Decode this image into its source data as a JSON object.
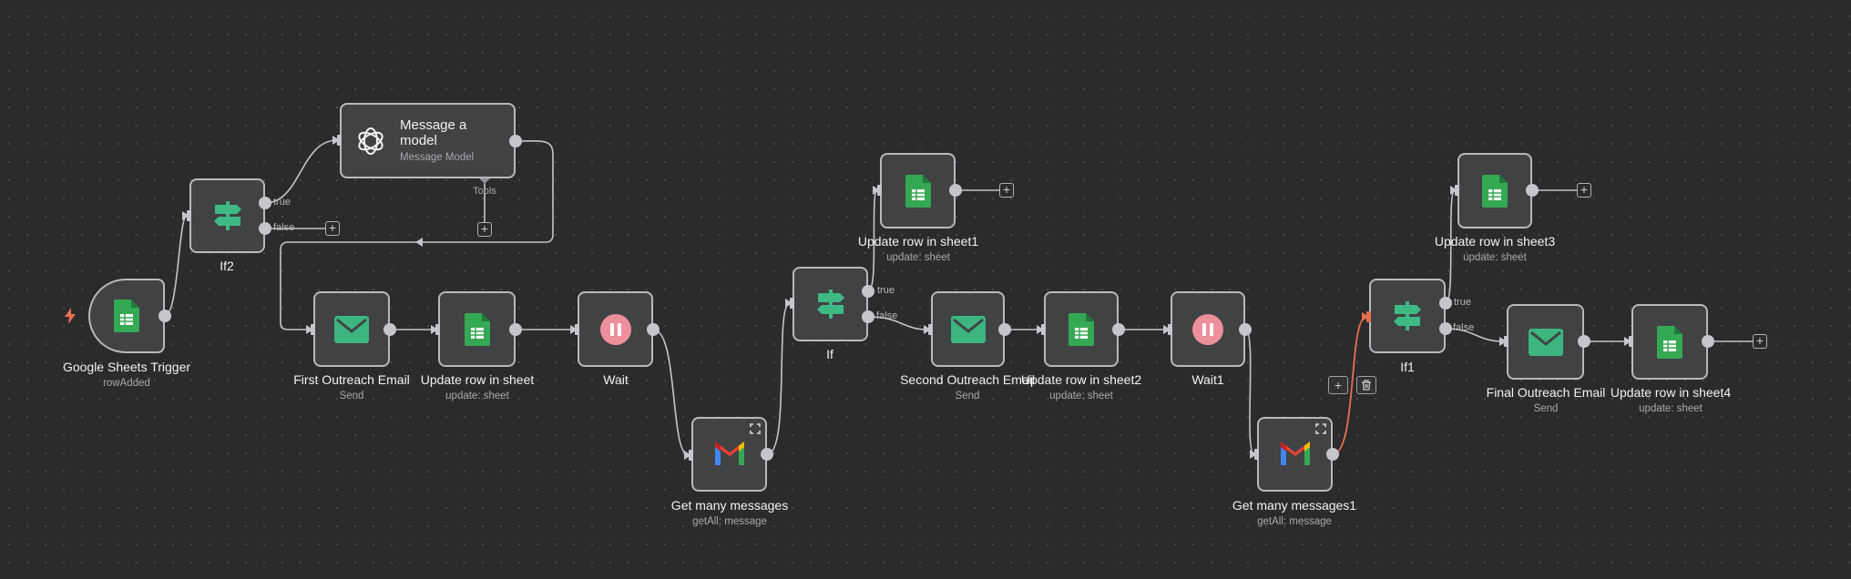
{
  "nodes": {
    "sheets_trigger": {
      "label": "Google Sheets Trigger",
      "sub": "rowAdded",
      "icon": "google-sheets-icon"
    },
    "if2": {
      "label": "If2",
      "true_label": "true",
      "false_label": "false",
      "icon": "if-signpost-icon"
    },
    "message_model": {
      "title": "Message a model",
      "sub": "Message Model",
      "tools_label": "Tools",
      "icon": "openai-icon"
    },
    "first_outreach": {
      "label": "First Outreach Email",
      "sub": "Send",
      "icon": "email-icon"
    },
    "update_row": {
      "label": "Update row in sheet",
      "sub": "update: sheet",
      "icon": "google-sheets-icon"
    },
    "wait": {
      "label": "Wait",
      "sub": "",
      "icon": "wait-pause-icon"
    },
    "get_many": {
      "label": "Get many messages",
      "sub": "getAll: message",
      "icon": "gmail-icon"
    },
    "if": {
      "label": "If",
      "true_label": "true",
      "false_label": "false",
      "icon": "if-signpost-icon"
    },
    "update_row1": {
      "label": "Update row in sheet1",
      "sub": "update: sheet",
      "icon": "google-sheets-icon"
    },
    "second_outreach": {
      "label": "Second Outreach Email",
      "sub": "Send",
      "icon": "email-icon"
    },
    "update_row2": {
      "label": "Update row in sheet2",
      "sub": "update: sheet",
      "icon": "google-sheets-icon"
    },
    "wait1": {
      "label": "Wait1",
      "sub": "",
      "icon": "wait-pause-icon"
    },
    "get_many1": {
      "label": "Get many messages1",
      "sub": "getAll: message",
      "icon": "gmail-icon"
    },
    "if1": {
      "label": "If1",
      "true_label": "true",
      "false_label": "false",
      "icon": "if-signpost-icon"
    },
    "update_row3": {
      "label": "Update row in sheet3",
      "sub": "update: sheet",
      "icon": "google-sheets-icon"
    },
    "final_outreach": {
      "label": "Final Outreach Email",
      "sub": "Send",
      "icon": "email-icon"
    },
    "update_row4": {
      "label": "Update row in sheet4",
      "sub": "update: sheet",
      "icon": "google-sheets-icon"
    }
  },
  "colors": {
    "canvas": "#2b2b2d",
    "node_bg": "#414244",
    "node_border": "#b9b9bd",
    "wire": "#c5c5ca",
    "selected_wire": "#e8704f",
    "sheets_green": "#35a853",
    "if_green": "#3fb984",
    "email_green": "#3cb57f",
    "wait_pink": "#ee8f9c",
    "trigger_bolt": "#e8704f"
  },
  "edge_actions": {
    "add": "+",
    "delete_icon": "trash-icon"
  }
}
